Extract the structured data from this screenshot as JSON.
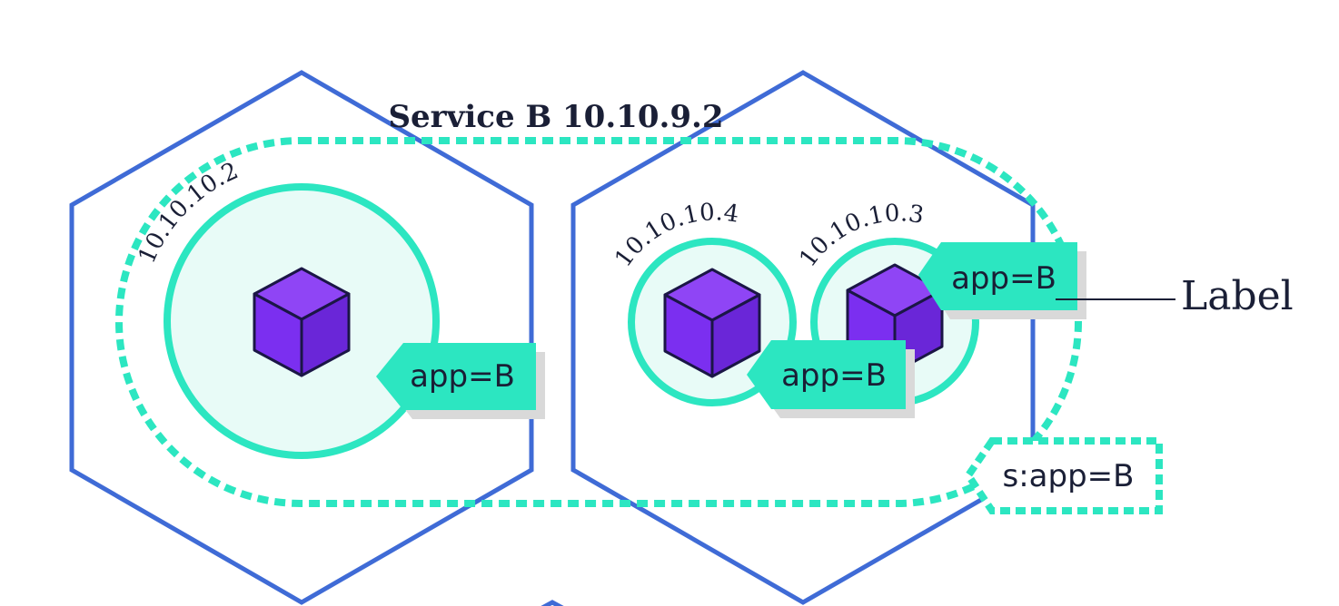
{
  "service": {
    "title": "Service B 10.10.9.2"
  },
  "pods": [
    {
      "ip": "10.10.10.2",
      "label": "app=B"
    },
    {
      "ip": "10.10.10.4",
      "label": "app=B"
    },
    {
      "ip": "10.10.10.3",
      "label": "app=B"
    }
  ],
  "selector": {
    "text": "s:app=B"
  },
  "legend": {
    "label_text": "Label"
  },
  "colors": {
    "node_stroke": "#3f6bd6",
    "teal": "#2ce6c1",
    "teal_fill": "#e8fbf7",
    "cube_purple": "#7b2ff0",
    "cube_edge": "#1b1646",
    "text": "#1a1f36"
  },
  "icons": {
    "container": "cube-icon"
  }
}
